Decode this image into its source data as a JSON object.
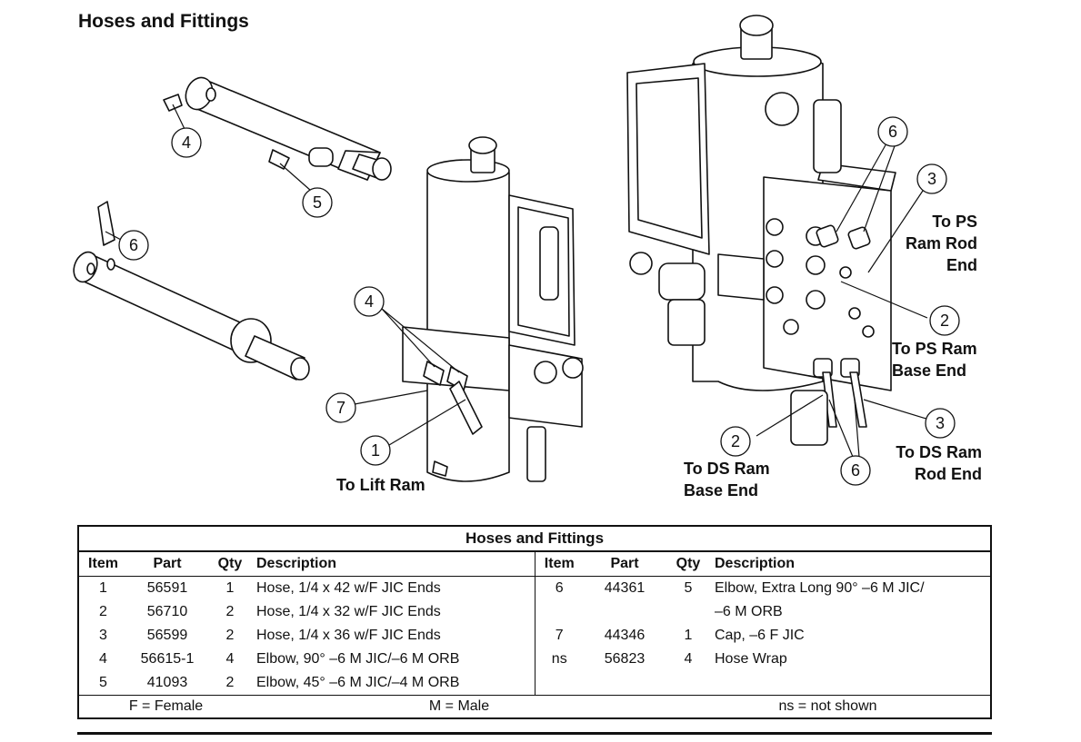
{
  "page": {
    "title": "Hoses and Fittings"
  },
  "callouts": {
    "c1": "1",
    "c2a": "2",
    "c2b": "2",
    "c3a": "3",
    "c3b": "3",
    "c4a": "4",
    "c4b": "4",
    "c5": "5",
    "c6a": "6",
    "c6b": "6",
    "c6c": "6",
    "c7": "7"
  },
  "labels": {
    "lift_ram": "To Lift Ram",
    "ps_rod_1": "To PS",
    "ps_rod_2": "Ram Rod",
    "ps_rod_3": "End",
    "ps_base_1": "To PS Ram",
    "ps_base_2": "Base End",
    "ds_base_1": "To DS Ram",
    "ds_base_2": "Base End",
    "ds_rod_1": "To DS Ram",
    "ds_rod_2": "Rod End"
  },
  "table": {
    "title": "Hoses and Fittings",
    "headers": {
      "item": "Item",
      "part": "Part",
      "qty": "Qty",
      "desc": "Description"
    },
    "rows": [
      {
        "item": "1",
        "part": "56591",
        "qty": "1",
        "desc": "Hose, 1/4 x 42 w/F JIC Ends",
        "item2": "6",
        "part2": "44361",
        "qty2": "5",
        "desc2": "Elbow, Extra Long 90° –6 M JIC/"
      },
      {
        "item": "2",
        "part": "56710",
        "qty": "2",
        "desc": "Hose, 1/4 x 32 w/F JIC Ends",
        "item2": "",
        "part2": "",
        "qty2": "",
        "desc2": "–6 M ORB"
      },
      {
        "item": "3",
        "part": "56599",
        "qty": "2",
        "desc": "Hose, 1/4 x 36 w/F JIC Ends",
        "item2": "7",
        "part2": "44346",
        "qty2": "1",
        "desc2": "Cap, –6 F JIC"
      },
      {
        "item": "4",
        "part": "56615-1",
        "qty": "4",
        "desc": "Elbow, 90° –6 M JIC/–6 M ORB",
        "item2": "ns",
        "part2": "56823",
        "qty2": "4",
        "desc2": "Hose Wrap"
      },
      {
        "item": "5",
        "part": "41093",
        "qty": "2",
        "desc": "Elbow, 45° –6 M JIC/–4 M ORB",
        "item2": "",
        "part2": "",
        "qty2": "",
        "desc2": ""
      }
    ],
    "legend": {
      "female": "F = Female",
      "male": "M = Male",
      "ns": "ns = not shown"
    }
  }
}
